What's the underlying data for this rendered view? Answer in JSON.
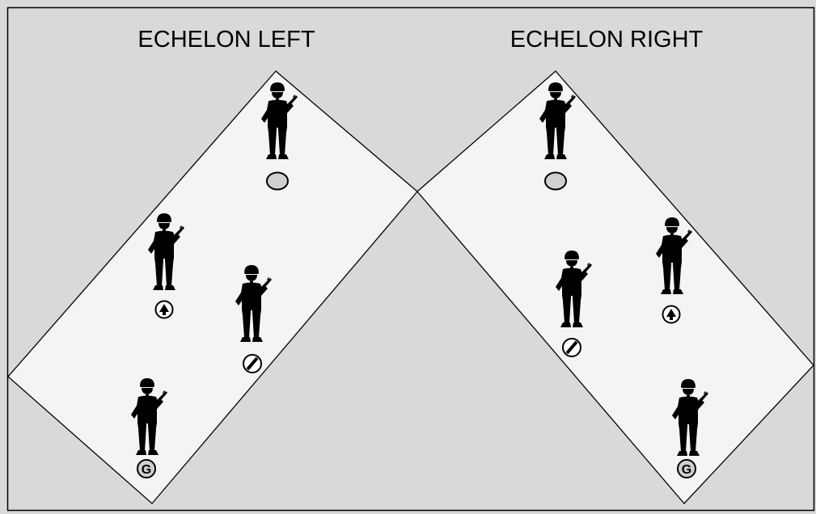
{
  "colors": {
    "background": "#d9d9d9",
    "zone_fill": "#f4f4f4",
    "outline": "#000000",
    "marker_fill": "#d0d0d0",
    "silhouette": "#000000"
  },
  "formations": [
    {
      "title": "ECHELON LEFT",
      "soldiers": [
        {
          "role": "point",
          "marker": "plain-circle-icon"
        },
        {
          "role": "team leader",
          "marker": "arrow-circle-icon"
        },
        {
          "role": "automatic rifleman",
          "marker": "slash-circle-icon"
        },
        {
          "role": "grenadier",
          "marker": "g-circle-icon",
          "marker_text": "G"
        }
      ]
    },
    {
      "title": "ECHELON RIGHT",
      "soldiers": [
        {
          "role": "point",
          "marker": "plain-circle-icon"
        },
        {
          "role": "team leader",
          "marker": "arrow-circle-icon"
        },
        {
          "role": "automatic rifleman",
          "marker": "slash-circle-icon"
        },
        {
          "role": "grenadier",
          "marker": "g-circle-icon",
          "marker_text": "G"
        }
      ]
    }
  ]
}
